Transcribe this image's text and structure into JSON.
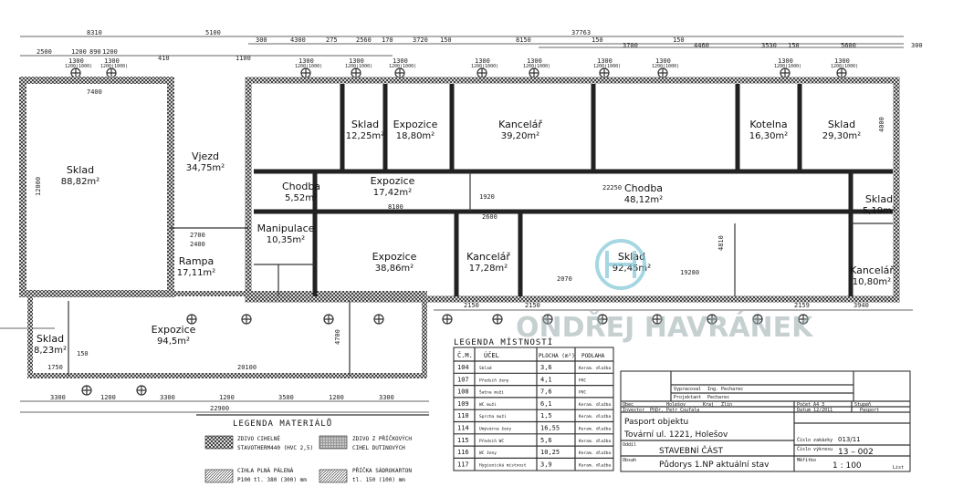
{
  "plan": {
    "rooms": [
      {
        "name": "Sklad",
        "area": "88,82m²"
      },
      {
        "name": "Vjezd",
        "area": "34,75m²"
      },
      {
        "name": "Rampa",
        "area": "17,11m²"
      },
      {
        "name": "Expozice",
        "area": "94,5m²"
      },
      {
        "name": "Sklad",
        "area": "8,23m²"
      },
      {
        "name": "Sklad",
        "area": "12,25m²"
      },
      {
        "name": "Expozice",
        "area": "18,80m²"
      },
      {
        "name": "Kancelář",
        "area": "39,20m²"
      },
      {
        "name": "Kotelna",
        "area": "16,30m²"
      },
      {
        "name": "Sklad",
        "area": "29,30m²"
      },
      {
        "name": "Chodba",
        "area": "5,52m²"
      },
      {
        "name": "Expozice",
        "area": "17,42m²"
      },
      {
        "name": "Chodba",
        "area": "48,12m²"
      },
      {
        "name": "Sklad",
        "area": "5,19m²"
      },
      {
        "name": "Manipulace",
        "area": "10,35m²"
      },
      {
        "name": "Expozice",
        "area": "38,86m²"
      },
      {
        "name": "Kancelář",
        "area": "17,28m²"
      },
      {
        "name": "Sklad",
        "area": "92,45m²"
      },
      {
        "name": "Kancelář",
        "area": "10,80m²"
      }
    ],
    "dims_top": [
      "8310",
      "5100",
      "37763",
      "2500",
      "1200",
      "890",
      "1200",
      "410",
      "1100",
      "300",
      "4300",
      "275",
      "2560",
      "170",
      "3720",
      "150",
      "8150",
      "150",
      "3700",
      "150",
      "4460",
      "3530",
      "150",
      "5600",
      "300",
      "7400",
      "12000",
      "4000"
    ],
    "window_labels": [
      "1300",
      "1200(1000)"
    ],
    "dims_bottom": [
      "3300",
      "1200",
      "3300",
      "1200",
      "3500",
      "1200",
      "3300",
      "22900",
      "20100",
      "1750",
      "150",
      "2150",
      "3940",
      "2070",
      "19280",
      "2150",
      "2159"
    ],
    "dims_inner": [
      "8100",
      "22250",
      "1920",
      "2700",
      "2400",
      "2600",
      "4810",
      "4700"
    ]
  },
  "watermark": "ONDŘEJ HAVRÁNEK",
  "room_legend": {
    "title": "LEGENDA MÍSTNOSTÍ",
    "headers": [
      "Č.M.",
      "ÚČEL",
      "PLOCHA (m²)",
      "PODLAHA"
    ],
    "rows": [
      [
        "104",
        "Sklad",
        "3,6",
        "Keram. dlažba"
      ],
      [
        "107",
        "Předsíň ženy",
        "4,1",
        "PVC"
      ],
      [
        "108",
        "Šatna muži",
        "7,6",
        "PVC"
      ],
      [
        "109",
        "WC muži",
        "6,1",
        "Keram. dlažba"
      ],
      [
        "110",
        "Sprcha muži",
        "1,5",
        "Keram. dlažba"
      ],
      [
        "114",
        "Umývárna ženy",
        "16,55",
        "Keram. dlažba"
      ],
      [
        "115",
        "Předsíň WC",
        "5,6",
        "Keram. dlažba"
      ],
      [
        "116",
        "WC ženy",
        "10,25",
        "Keram. dlažba"
      ],
      [
        "117",
        "Hygienická místnost",
        "3,9",
        "Keram. dlažba"
      ]
    ]
  },
  "material_legend": {
    "title": "LEGENDA MATERIÁLŮ",
    "items": [
      {
        "l1": "ZDIVO CIHELNÉ",
        "l2": "STAVOTHERM440 (HVC 2,5)"
      },
      {
        "l1": "ZDIVO Z PŘÍČKOVÝCH",
        "l2": "CIHEL DUTINOVÝCH"
      },
      {
        "l1": "CIHLA PLNÁ PÁLENÁ",
        "l2": "P100 tl. 380 (300) mm"
      },
      {
        "l1": "PŘÍČKA SÁDROKARTON",
        "l2": "tl. 150 (100) mm"
      }
    ]
  },
  "title_block": {
    "vypracoval_label": "Vypracoval",
    "vypracoval": "Ing. Pecharec",
    "projektant_label": "Projektant",
    "projektant": "Pecharec",
    "obec_label": "Obec",
    "obec": "Holešov",
    "kraj_label": "Kraj",
    "kraj": "Zlín",
    "investor_label": "Investor",
    "investor": "PhDr. Petr Coufala",
    "format": "Počet A4   3",
    "datum": "Datum 12/2011",
    "stupen_label": "Stupeň",
    "stupen": "Pasport",
    "line1": "Pasport objektu",
    "line2": "Tovární ul. 1221, Holešov",
    "zakazka_label": "Číslo zakázky",
    "zakazka": "013/11",
    "oddil_label": "Oddíl",
    "oddil": "STAVEBNÍ   ČÁST",
    "vykres_label": "Číslo výkresu",
    "vykres": "13 – 002",
    "obsah_label": "Obsah",
    "obsah": "Půdorys 1.NP   aktuální stav",
    "meritko_label": "Měřítko",
    "meritko": "1 : 100",
    "list_label": "List"
  }
}
